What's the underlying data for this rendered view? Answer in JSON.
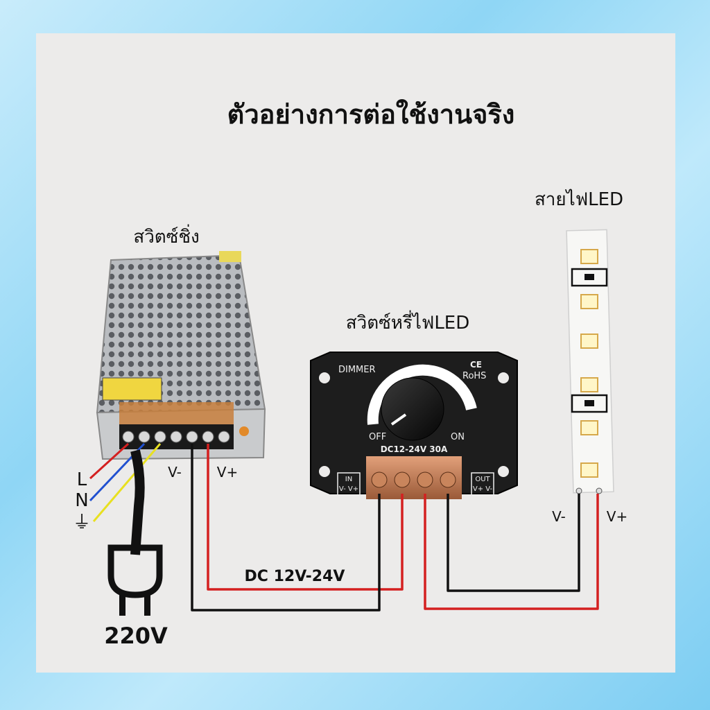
{
  "title": "ตัวอย่างการต่อใช้งานจริง",
  "power_supply": {
    "label": "สวิตซ์ชิ่ง",
    "v_minus": "V-",
    "v_plus": "V+"
  },
  "mains": {
    "l": "L",
    "n": "N",
    "ground_symbol": "⏚",
    "voltage": "220V"
  },
  "dimmer": {
    "label": "สวิตซ์หรี่ไฟLED",
    "brand": "DIMMER",
    "ce": "CE",
    "rohs": "RoHS",
    "off": "OFF",
    "on": "ON",
    "rating": "DC12-24V  30A",
    "in_label": "IN",
    "in_terms": "V- V+",
    "out_label": "OUT",
    "out_terms": "V+ V-"
  },
  "led_strip": {
    "label": "สายไฟLED",
    "v_minus": "V-",
    "v_plus": "V+"
  },
  "dc_label": "DC 12V-24V",
  "colors": {
    "wire_red": "#d42020",
    "wire_black": "#111111",
    "wire_yellow": "#e8e020",
    "wire_blue": "#2050d0",
    "background": "#ecebea"
  }
}
